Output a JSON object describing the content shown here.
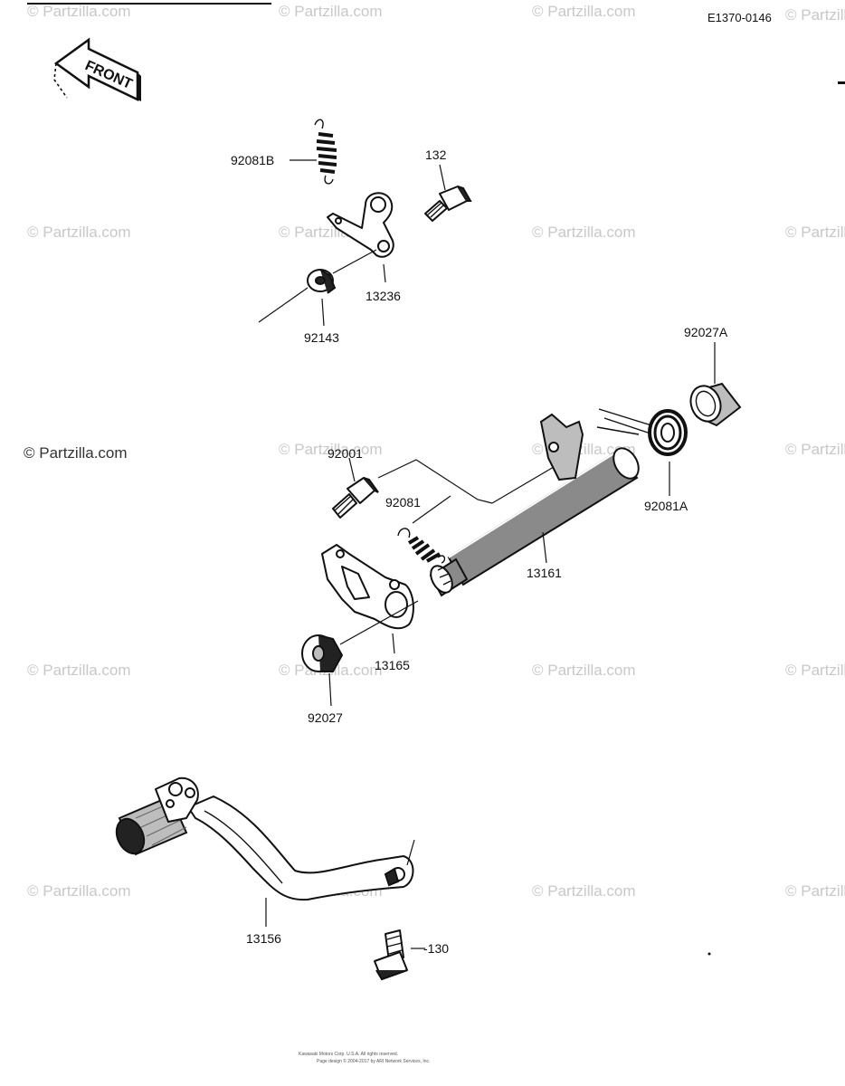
{
  "diagram_code": "E1370-0146",
  "front_label": "FRONT",
  "watermark": "© Partzilla.com",
  "parts": {
    "p92081B": "92081B",
    "p132": "132",
    "p13236": "13236",
    "p92143": "92143",
    "p92027A": "92027A",
    "p92001": "92001",
    "p92081": "92081",
    "p92081A": "92081A",
    "p13161": "13161",
    "p13165": "13165",
    "p92027": "92027",
    "p13156": "13156",
    "p130": "-130"
  },
  "footer": {
    "line1": "Kawasaki Motors Corp. U.S.A. All rights reserved.",
    "line2": "Page design © 2004-2017 by ARI Network Services, Inc."
  }
}
